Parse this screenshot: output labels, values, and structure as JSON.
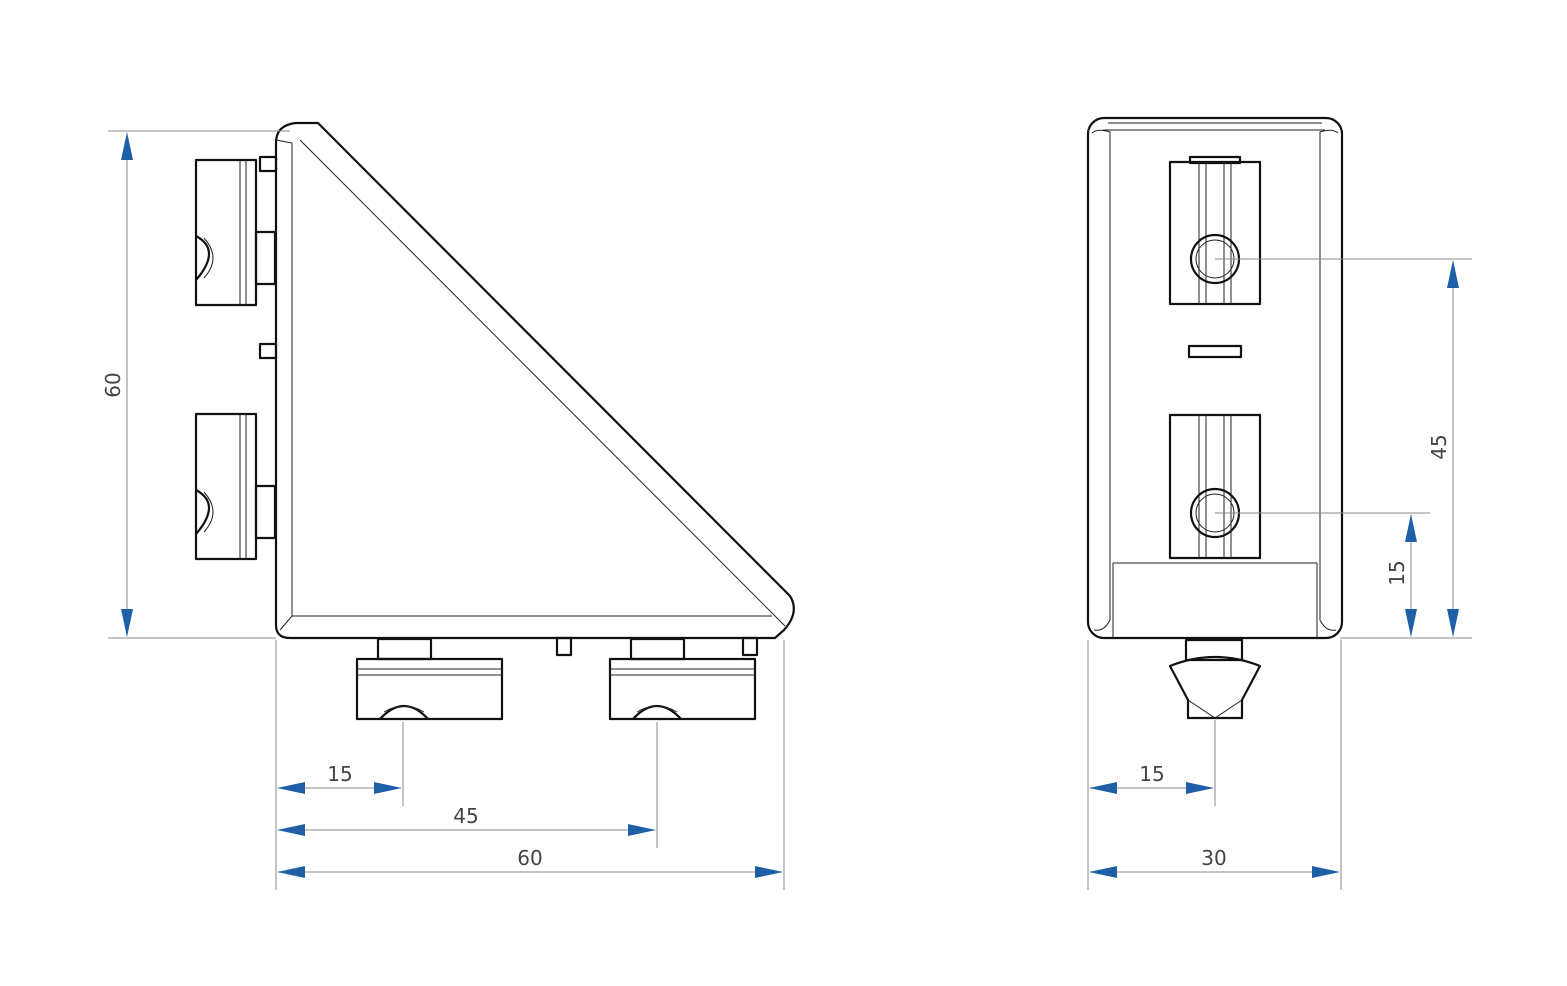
{
  "drawing": {
    "colors": {
      "outline": "#111111",
      "dimension_line": "#8a8a8a",
      "arrow": "#1f5fa8",
      "text": "#444444"
    },
    "side_view": {
      "dim_height": "60",
      "dim_first_slot": "15",
      "dim_second_slot": "45",
      "dim_width": "60"
    },
    "front_view": {
      "dim_hole_pitch": "45",
      "dim_hole_offset": "15",
      "dim_center": "15",
      "dim_width": "30"
    }
  }
}
